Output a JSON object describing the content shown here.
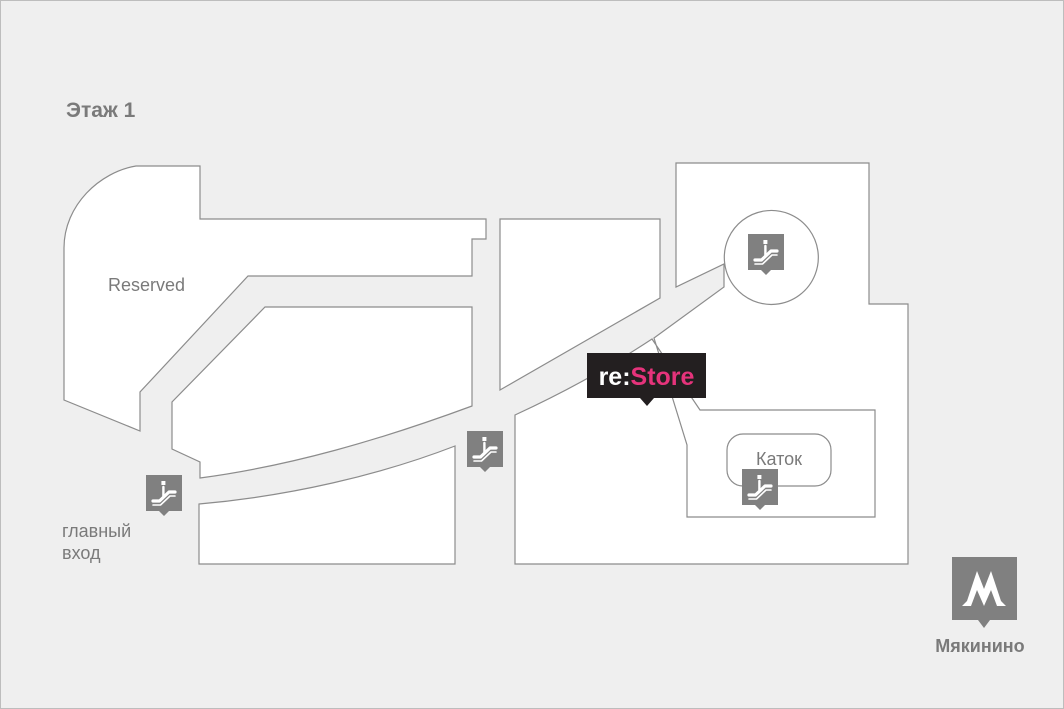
{
  "floor_title": "Этаж 1",
  "areas": {
    "reserved_label": "Reserved",
    "rink_label": "Каток"
  },
  "store": {
    "logo_prefix": "re:",
    "logo_suffix": "Store",
    "prefix_color": "#ffffff",
    "suffix_color": "#e5337b",
    "badge_color": "#231f20"
  },
  "entrance": {
    "line1": "главный",
    "line2": "вход"
  },
  "metro": {
    "station": "Мякинино",
    "icon_letter": "М",
    "icon": "metro-icon"
  },
  "escalators": {
    "icon": "escalator-icon",
    "count": 4
  },
  "colors": {
    "background": "#efefef",
    "block_fill": "#ffffff",
    "outline": "#8c8c8c",
    "marker": "#808080",
    "text": "#7a7a7a"
  }
}
